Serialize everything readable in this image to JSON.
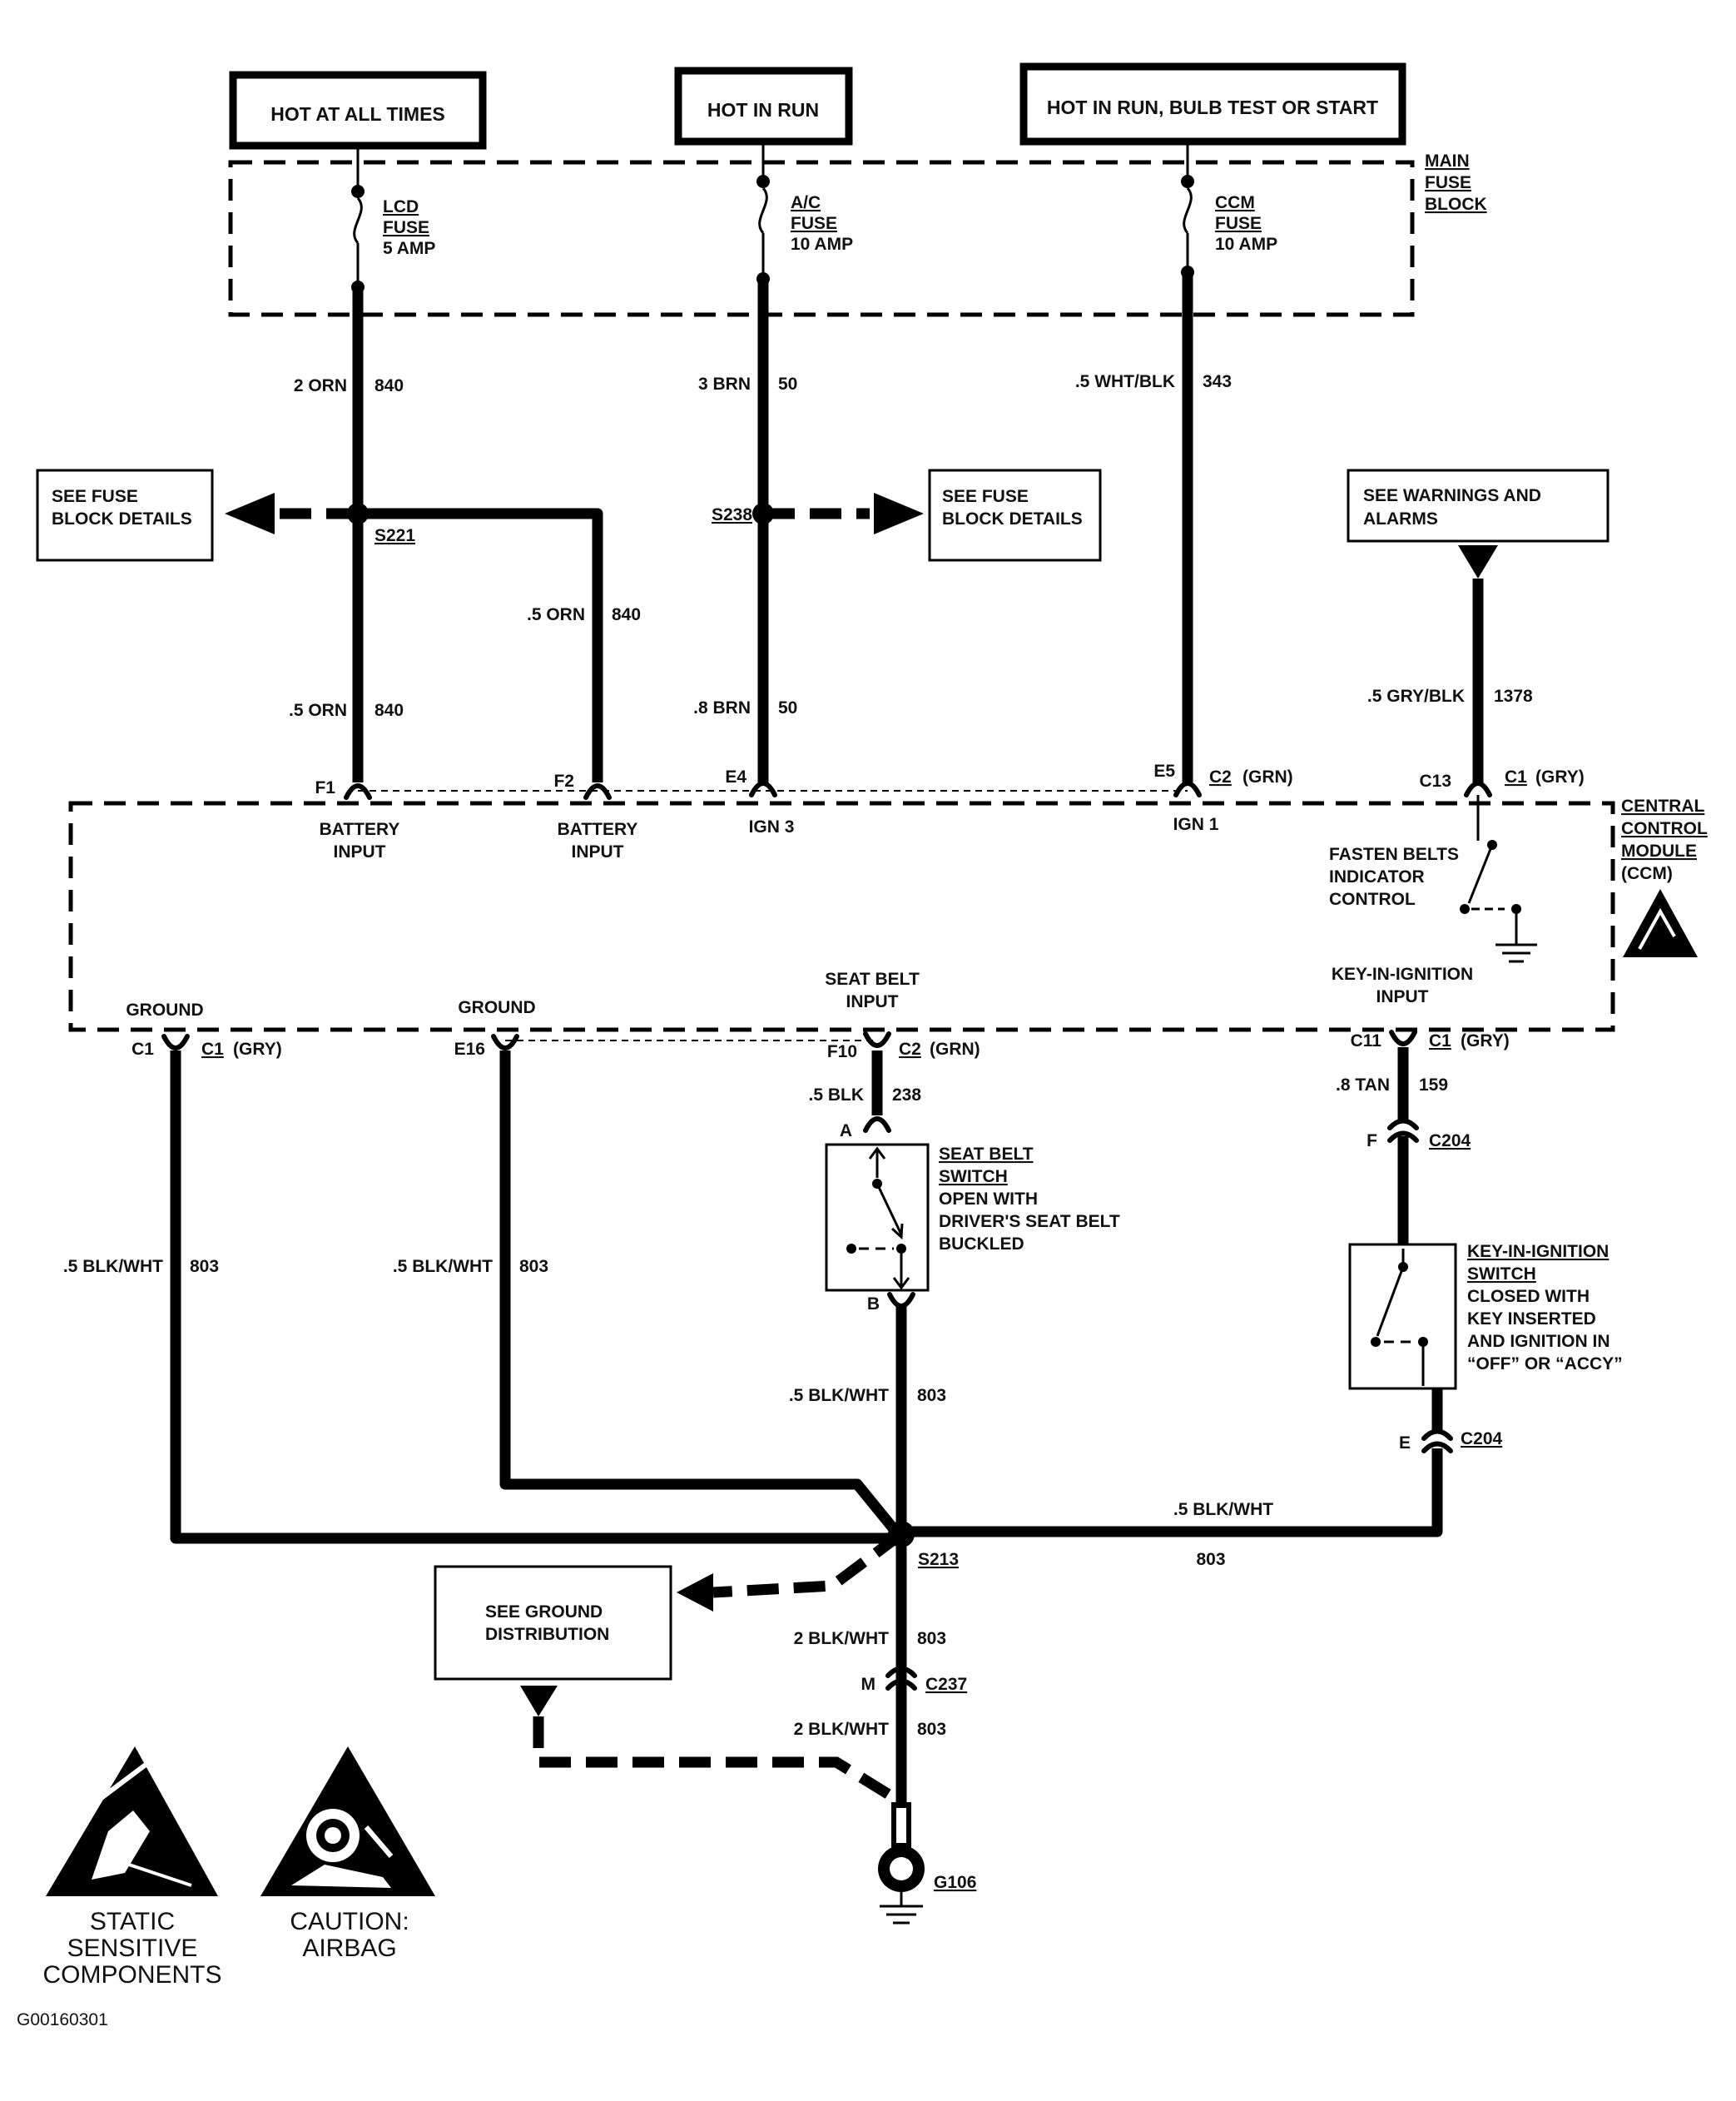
{
  "sources": {
    "hot_at_all_times": "HOT AT ALL TIMES",
    "hot_in_run": "HOT IN RUN",
    "hot_in_run_bulb": "HOT IN RUN, BULB TEST OR START"
  },
  "main_fuse_block": [
    "MAIN",
    "FUSE",
    "BLOCK"
  ],
  "fuses": {
    "lcd": [
      "LCD",
      "FUSE",
      "5 AMP"
    ],
    "ac": [
      "A/C",
      "FUSE",
      "10 AMP"
    ],
    "ccm": [
      "CCM",
      "FUSE",
      "10 AMP"
    ]
  },
  "wires": {
    "orn_2": "2 ORN",
    "orn_2_num": "840",
    "brn_3": "3 BRN",
    "brn_3_num": "50",
    "wht_blk": ".5 WHT/BLK",
    "wht_blk_num": "343",
    "orn_5_right": ".5 ORN",
    "orn_5_right_num": "840",
    "orn_5_left": ".5 ORN",
    "orn_5_left_num": "840",
    "brn_8": ".8 BRN",
    "brn_8_num": "50",
    "gry_blk": ".5 GRY/BLK",
    "gry_blk_num": "1378",
    "blk_seat": ".5 BLK",
    "blk_seat_num": "238",
    "tan": ".8 TAN",
    "tan_num": "159",
    "blkwht_c1": ".5 BLK/WHT",
    "blkwht_c1_num": "803",
    "blkwht_e16": ".5 BLK/WHT",
    "blkwht_e16_num": "803",
    "blkwht_switch": ".5 BLK/WHT",
    "blkwht_switch_num": "803",
    "blkwht_right": ".5 BLK/WHT",
    "blkwht_right_num": "803",
    "blkwht_2a": "2 BLK/WHT",
    "blkwht_2a_num": "803",
    "blkwht_2b": "2 BLK/WHT",
    "blkwht_2b_num": "803"
  },
  "splices": {
    "s221": "S221",
    "s238": "S238",
    "s213": "S213"
  },
  "see_boxes": {
    "fuse_left": [
      "SEE FUSE",
      "BLOCK DETAILS"
    ],
    "fuse_right": [
      "SEE FUSE",
      "BLOCK DETAILS"
    ],
    "warnings": [
      "SEE WARNINGS AND",
      "ALARMS"
    ],
    "ground": [
      "SEE GROUND",
      "DISTRIBUTION"
    ]
  },
  "ccm": {
    "title": [
      "CENTRAL",
      "CONTROL",
      "MODULE",
      "(CCM)"
    ],
    "pins": {
      "f1": "F1",
      "f2": "F2",
      "e4": "E4",
      "e5": "E5",
      "c2_top": "C2",
      "c2_top_color": "(GRN)",
      "c13": "C13",
      "c1_top": "C1",
      "c1_top_color": "(GRY)",
      "c1_left": "C1",
      "c1_left_b": "C1",
      "c1_left_color": "(GRY)",
      "e16": "E16",
      "f10": "F10",
      "c2_bot": "C2",
      "c2_bot_color": "(GRN)",
      "c11": "C11",
      "c1_right": "C1",
      "c1_right_color": "(GRY)"
    },
    "inputs": {
      "battery_1": [
        "BATTERY",
        "INPUT"
      ],
      "battery_2": [
        "BATTERY",
        "INPUT"
      ],
      "ign3": "IGN 3",
      "ign1": "IGN 1",
      "fasten": [
        "FASTEN BELTS",
        "INDICATOR",
        "CONTROL"
      ],
      "ground_1": "GROUND",
      "ground_2": "GROUND",
      "seat_belt": [
        "SEAT BELT",
        "INPUT"
      ],
      "key_in": [
        "KEY-IN-IGNITION",
        "INPUT"
      ]
    }
  },
  "seat_belt_switch": {
    "pin_a": "A",
    "pin_b": "B",
    "title": [
      "SEAT BELT",
      "SWITCH"
    ],
    "desc": [
      "OPEN WITH",
      "DRIVER'S SEAT BELT",
      "BUCKLED"
    ]
  },
  "key_switch": {
    "pin_f": "F",
    "c204_top": "C204",
    "pin_e": "E",
    "c204_bot": "C204",
    "title": [
      "KEY-IN-IGNITION",
      "SWITCH"
    ],
    "desc": [
      "CLOSED WITH",
      "KEY INSERTED",
      "AND IGNITION IN",
      "“OFF” OR “ACCY”"
    ]
  },
  "c237": {
    "pin": "M",
    "name": "C237"
  },
  "ground_g": "G106",
  "footer": {
    "static": [
      "STATIC",
      "SENSITIVE",
      "COMPONENTS"
    ],
    "caution": [
      "CAUTION:",
      "AIRBAG"
    ],
    "figure_id": "G00160301"
  }
}
